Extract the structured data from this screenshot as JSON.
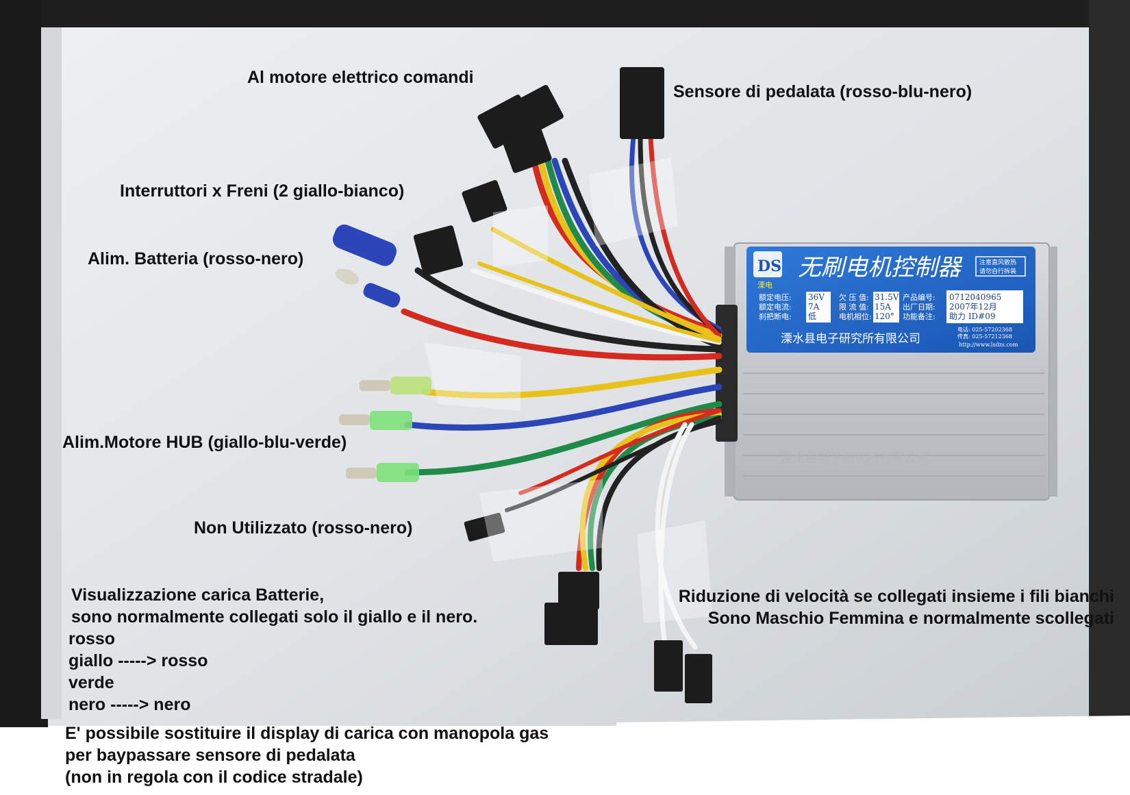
{
  "labels": {
    "motor_commands": "Al motore elettrico comandi",
    "pedal_sensor": "Sensore di pedalata (rosso-blu-nero)",
    "brake_switches": "Interruttori x Freni (2 giallo-bianco)",
    "battery_power": "Alim. Batteria (rosso-nero)",
    "hub_motor_power": "Alim.Motore HUB (giallo-blu-verde)",
    "unused": "Non Utilizzato (rosso-nero)",
    "battery_display": [
      "Visualizzazione carica Batterie,",
      "sono normalmente collegati solo il giallo e il nero."
    ],
    "wire_colors": [
      "rosso",
      "giallo -----> rosso",
      "verde",
      "nero -----> nero"
    ],
    "speed_reduction": [
      "Riduzione di velocità se collegati insieme i fili bianchi",
      "Sono Maschio Femmina e normalmente scollegati"
    ],
    "throttle_note": [
      "E' possibile sostituire il display di carica con manopola gas",
      "per baypassare sensore di pedalata",
      "(non in regola con il codice stradale)"
    ]
  },
  "controller": {
    "brand_logo": "DS",
    "brand_sub": "溧电",
    "title": "无刷电机控制器",
    "warning": [
      "注意直风散热",
      "请勿自行拆装"
    ],
    "specs": [
      {
        "k": "额定电压:",
        "v": "36V"
      },
      {
        "k": "额定电流:",
        "v": "7A"
      },
      {
        "k": "刹把断电:",
        "v": "低"
      }
    ],
    "specs2": [
      {
        "k": "欠 压 值:",
        "v": "31.5V"
      },
      {
        "k": "限 流 值:",
        "v": "15A"
      },
      {
        "k": "电机相位:",
        "v": "120°"
      }
    ],
    "specs3": [
      {
        "k": "产品编号:",
        "v": "0712040965"
      },
      {
        "k": "出厂日期:",
        "v": "2007年12月"
      },
      {
        "k": "功能备注:",
        "v": "助力 ID#09"
      }
    ],
    "maker": "溧水县电子研究所有限公司",
    "phone": "电话: 025-57202368",
    "fax": "传真: 025-57212368",
    "web": "http://www.lsdzs.com"
  },
  "colors": {
    "red": "#d42a20",
    "black": "#222222",
    "yellow": "#e8c21a",
    "blue": "#2c45b8",
    "green": "#1f8a4a",
    "white": "#f4f4f4",
    "plate_blue": "#1e63c8",
    "housing": "#c9ccd0"
  }
}
